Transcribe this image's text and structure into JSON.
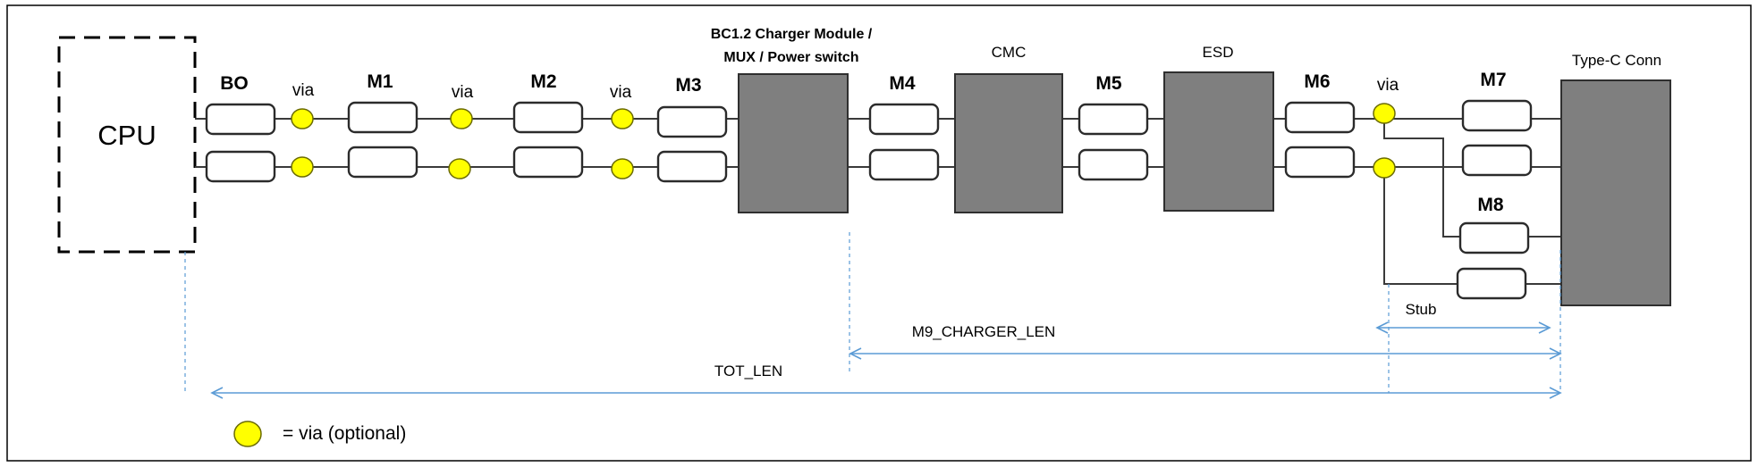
{
  "colors": {
    "block_fill": "#7f7f7f",
    "via_fill": "#ffff00",
    "dimension_line": "#5b9bd5",
    "frame": "#000000"
  },
  "cpu": {
    "label": "CPU"
  },
  "segments": {
    "bo": "BO",
    "m1": "M1",
    "m2": "M2",
    "m3": "M3",
    "m4": "M4",
    "m5": "M5",
    "m6": "M6",
    "m7": "M7",
    "m8": "M8"
  },
  "via_label": "via",
  "blocks": {
    "charger_line1": "BC1.2 Charger Module /",
    "charger_line2": "MUX / Power switch",
    "cmc": "CMC",
    "esd": "ESD",
    "typec": "Type-C Conn"
  },
  "dimensions": {
    "stub": "Stub",
    "m9": "M9_CHARGER_LEN",
    "total": "TOT_LEN"
  },
  "legend": {
    "text": "= via (optional)"
  }
}
